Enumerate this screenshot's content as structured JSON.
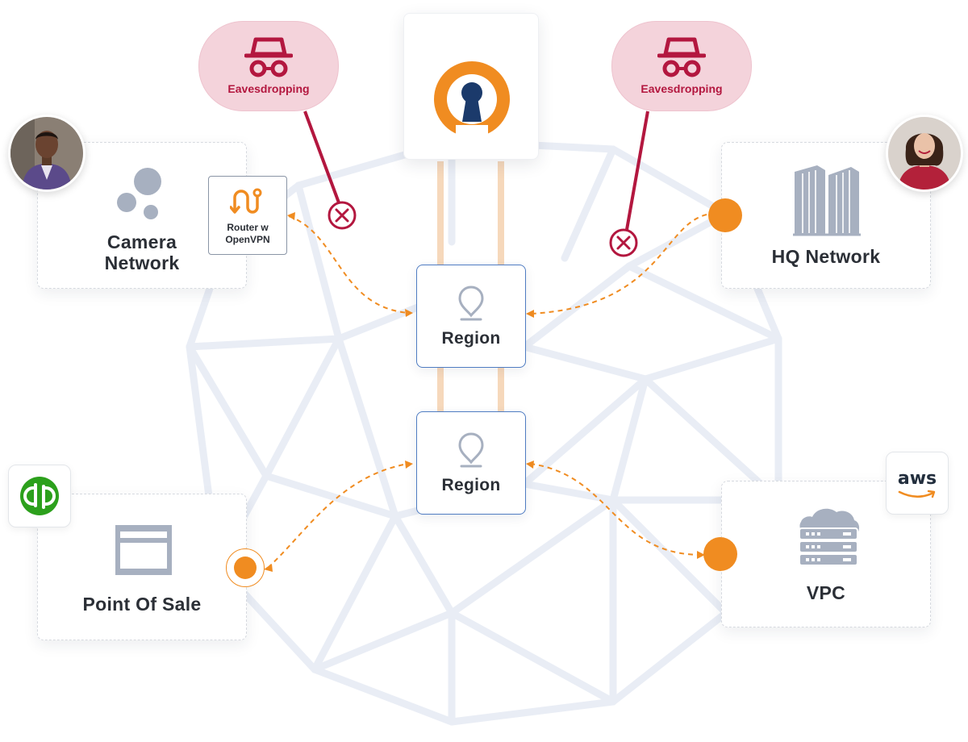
{
  "cards": {
    "camera": {
      "label_line1": "Camera",
      "label_line2": "Network",
      "icon": "dots-cluster-icon"
    },
    "hq": {
      "label": "HQ Network",
      "icon": "office-buildings-icon"
    },
    "pos": {
      "label": "Point Of Sale",
      "icon": "card-terminal-icon"
    },
    "vpc": {
      "label": "VPC",
      "icon": "cloud-server-icon"
    }
  },
  "regions": [
    {
      "label": "Region",
      "icon": "location-pin-icon"
    },
    {
      "label": "Region",
      "icon": "location-pin-icon"
    }
  ],
  "threats": [
    {
      "label": "Eavesdropping",
      "icon": "spy-icon"
    },
    {
      "label": "Eavesdropping",
      "icon": "spy-icon"
    }
  ],
  "router": {
    "line1": "Router w",
    "line2": "OpenVPN",
    "icon": "route-icon"
  },
  "logos": {
    "center": "openvpn-logo",
    "pos_badge": "quickbooks-logo",
    "vpc_badge": {
      "text": "aws",
      "icon": "aws-logo"
    }
  },
  "avatars": [
    "man-avatar",
    "woman-avatar"
  ],
  "colors": {
    "accent_orange": "#f08c21",
    "threat_red": "#b3173f",
    "threat_bg": "#f4d3db",
    "region_border": "#4f7cc2",
    "icon_gray": "#a7b0c0",
    "mesh": "#e9edf5",
    "openvpn_navy": "#1b3a6b"
  }
}
